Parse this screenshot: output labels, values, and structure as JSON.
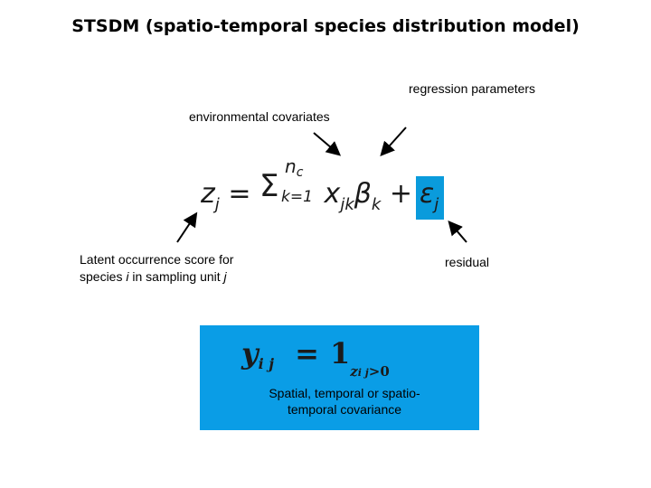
{
  "title": "STSDM (spatio-temporal species distribution model)",
  "labels": {
    "regression_parameters": "regression parameters",
    "environmental_covariates": "environmental covariates",
    "latent_line1": "Latent occurrence score for",
    "latent_line2_a": "species ",
    "latent_line2_i": "i",
    "latent_line2_b": " in sampling unit ",
    "latent_line2_j": "j",
    "residual": "residual",
    "covariance": "Spatial, temporal or spatio-temporal covariance"
  },
  "equation": {
    "lhs": "z",
    "lhs_sub": "j",
    "equals": "=",
    "sigma": "Σ",
    "sum_upper": "n",
    "sum_upper_sub": "c",
    "sum_lower": "k=1",
    "x": "x",
    "x_sub": "jk",
    "beta": "β",
    "beta_sub": "k",
    "plus": "+",
    "eps": "ε",
    "eps_sub": "j"
  },
  "indicator_equation": {
    "lhs": "y",
    "lhs_sub": "i j",
    "equals": "=",
    "one": "1",
    "cond": "z",
    "cond_sub": "i j",
    "cond_rest": ">0"
  },
  "colors": {
    "accent_blue": "#0a9de6",
    "residual_box": "#0a9bdc"
  }
}
